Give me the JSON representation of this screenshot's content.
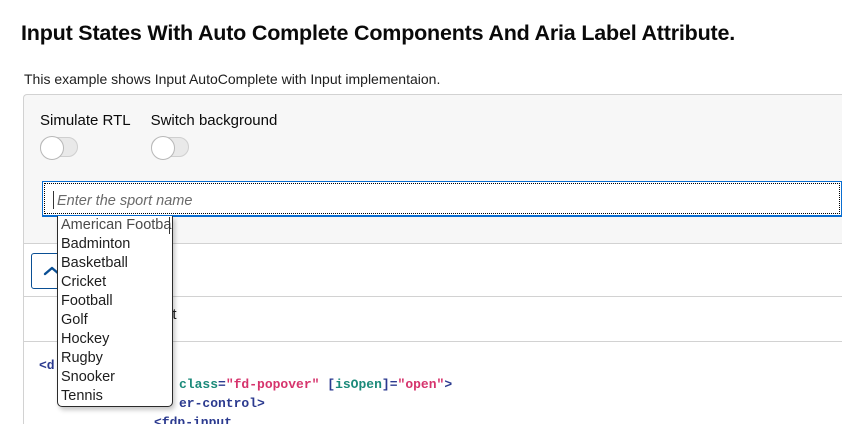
{
  "page": {
    "title": "Input States With Auto Complete Components And Aria Label Attribute.",
    "subtitle": "This example shows Input AutoComplete with Input implementaion."
  },
  "controls": {
    "toggles": [
      {
        "label": "Simulate RTL",
        "state": "off"
      },
      {
        "label": "Switch background",
        "state": "off"
      }
    ]
  },
  "input": {
    "name": "sport-name-input",
    "value": "",
    "placeholder": "Enter the sport name",
    "focused": true,
    "aria_label": "Enter the sport name"
  },
  "expand_button": {
    "icon": "chevron-up-icon",
    "state": "expanded"
  },
  "autocomplete": {
    "open": true,
    "options": [
      "American Football",
      "Badminton",
      "Basketball",
      "Cricket",
      "Football",
      "Golf",
      "Hockey",
      "Rugby",
      "Snooker",
      "Tennis"
    ]
  },
  "obscured_text": {
    "partial_word": "pt"
  },
  "code": {
    "line1": {
      "tag": "<d"
    },
    "line2": {
      "attr": "class",
      "eq1": "=",
      "str1": "\"fd-popover\"",
      "space": " ",
      "bracket_open": "[",
      "binding": "isOpen",
      "bracket_close": "]",
      "eq2": "=",
      "str2": "\"open\"",
      "gt": ">"
    },
    "line3": {
      "text": "er-control>"
    },
    "line4": {
      "text": "<fdp-input"
    }
  },
  "colors": {
    "accent_blue": "#0a6ed1",
    "button_border": "#0a4f94",
    "panel_bg": "#f7f7f7",
    "panel_border": "#d2d2d2",
    "code_tag": "#2b3a8f",
    "code_attr": "#1b8a7a",
    "code_string": "#d6336c"
  }
}
